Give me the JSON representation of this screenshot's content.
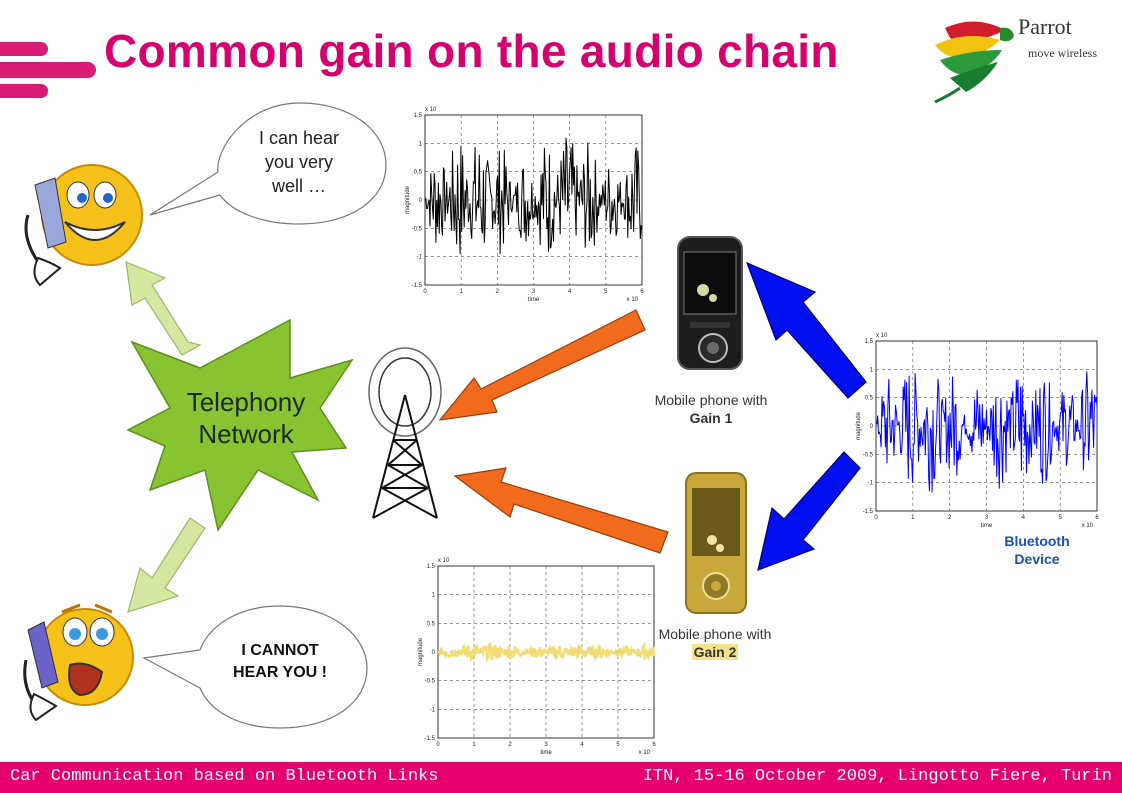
{
  "slide": {
    "title": "Common gain on the audio chain",
    "brand": {
      "name": "Parrot",
      "tagline": "move wireless"
    }
  },
  "speech": {
    "top": "I can hear you very well …",
    "bottom": "I CANNOT HEAR YOU !"
  },
  "network_label": "Telephony Network",
  "devices": {
    "phone1": {
      "label": "Mobile phone with",
      "gain": "Gain 1"
    },
    "phone2": {
      "label": "Mobile phone with",
      "gain": "Gain 2"
    },
    "bluetooth": "Bluetooth Device"
  },
  "plots": {
    "ylabel": "magnitude",
    "xlabel": "time",
    "xscale": "x 10",
    "yscale": "x 10",
    "yticks": [
      "1.5",
      "1",
      "0.5",
      "0",
      "-0.5",
      "-1",
      "-1.5"
    ],
    "xticks": [
      "0",
      "1",
      "2",
      "3",
      "4",
      "5",
      "6"
    ]
  },
  "footer": {
    "left": "Car Communication based on Bluetooth Links",
    "right": "ITN, 15-16 October 2009, Lingotto Fiere, Turin"
  },
  "colors": {
    "title": "#d6006f",
    "footer": "#e5006d",
    "orange_arrow": "#f26a1b",
    "blue_arrow": "#0010ee",
    "green_arrow": "#cfe59a",
    "star": "#88c431",
    "signal_black": "#000000",
    "signal_blue": "#0000ff",
    "signal_yellow": "#f2dc74"
  },
  "chart_data": [
    {
      "type": "line",
      "name": "top-waveform",
      "xlabel": "time",
      "ylabel": "magnitude",
      "ylim": [
        -1.5,
        1.5
      ],
      "xlim": [
        0,
        6
      ],
      "amplitude": 1.2,
      "color": "#000000"
    },
    {
      "type": "line",
      "name": "bluetooth-waveform",
      "xlabel": "time",
      "ylabel": "magnitude",
      "ylim": [
        -1.5,
        1.5
      ],
      "xlim": [
        0,
        6
      ],
      "amplitude": 1.2,
      "color": "#0000ff"
    },
    {
      "type": "line",
      "name": "bottom-waveform",
      "xlabel": "time",
      "ylabel": "magnitude",
      "ylim": [
        -1.5,
        1.5
      ],
      "xlim": [
        0,
        6
      ],
      "amplitude": 0.15,
      "color": "#f2dc74"
    }
  ]
}
